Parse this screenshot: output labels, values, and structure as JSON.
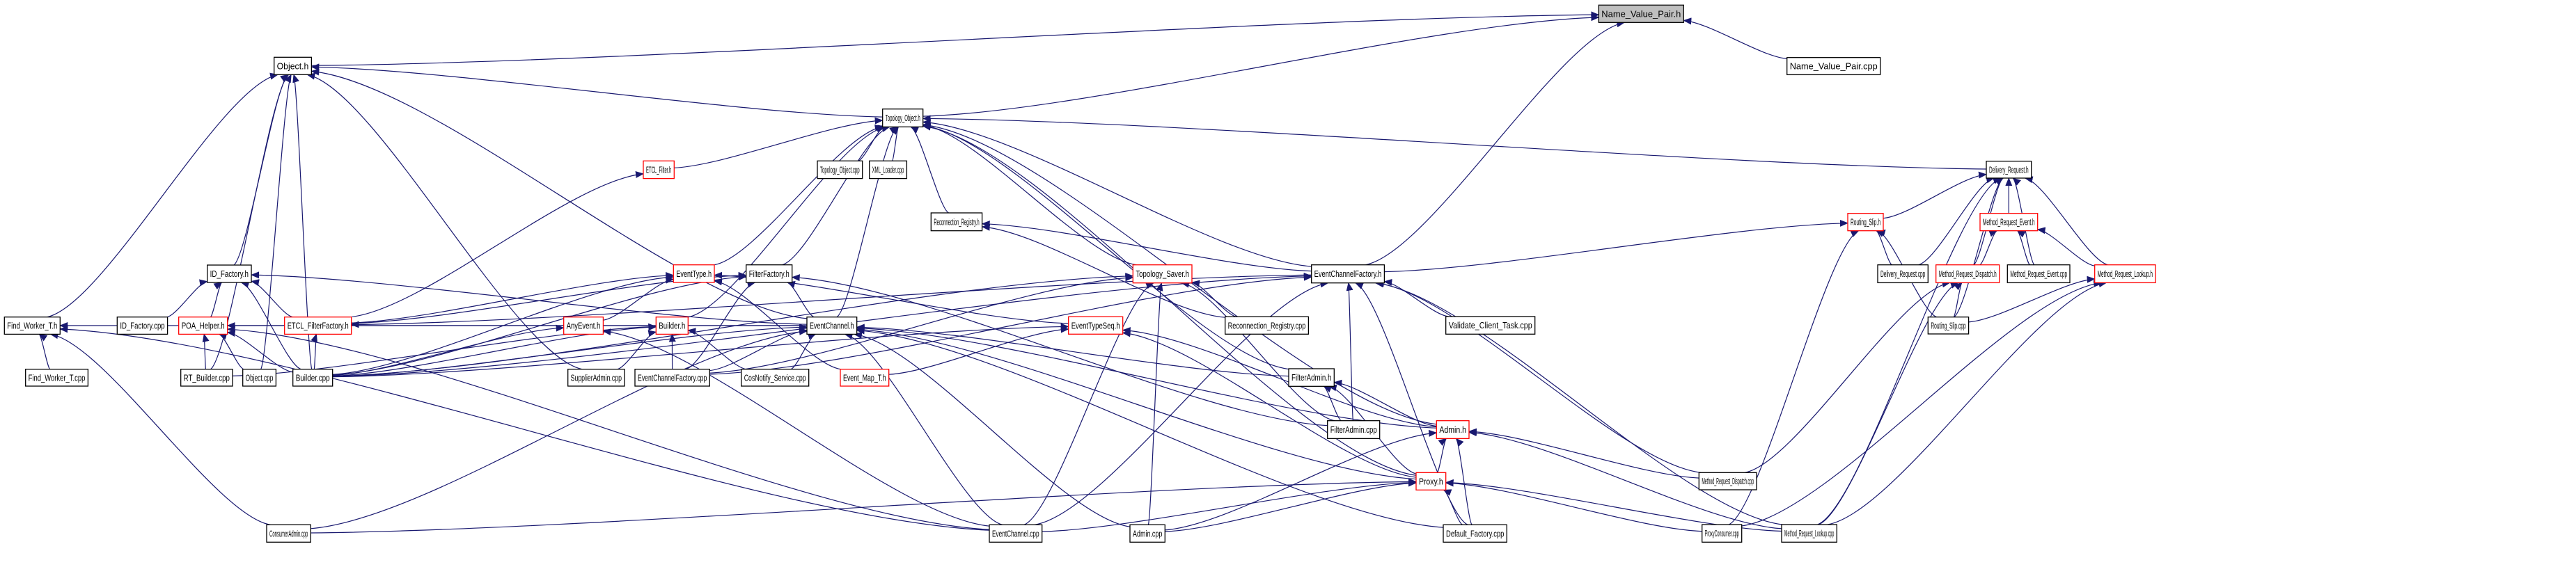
{
  "graph": {
    "title": "Name_Value_Pair.h include dependency graph",
    "colors": {
      "edge": "#191970",
      "root_fill": "#bfbfbf",
      "normal_border": "#000000",
      "truncated_border": "#ff0000",
      "node_fill": "#ffffff"
    },
    "nodes": [
      {
        "id": "nvp_h",
        "label": "Name_Value_Pair.h",
        "kind": "root"
      },
      {
        "id": "nvp_cpp",
        "label": "Name_Value_Pair.cpp",
        "kind": "normal"
      },
      {
        "id": "object_h",
        "label": "Object.h",
        "kind": "normal"
      },
      {
        "id": "topology_object_h",
        "label": "Topology_Object.h",
        "kind": "normal"
      },
      {
        "id": "etcl_filter_h",
        "label": "ETCL_Filter.h",
        "kind": "truncated"
      },
      {
        "id": "topology_object_cpp",
        "label": "Topology_Object.cpp",
        "kind": "normal"
      },
      {
        "id": "xml_loader_cpp",
        "label": "XML_Loader.cpp",
        "kind": "normal"
      },
      {
        "id": "reconnection_registry_h",
        "label": "Reconnection_Registry.h",
        "kind": "normal"
      },
      {
        "id": "delivery_request_h",
        "label": "Delivery_Request.h",
        "kind": "normal"
      },
      {
        "id": "routing_slip_h",
        "label": "Routing_Slip.h",
        "kind": "truncated"
      },
      {
        "id": "method_request_event_h",
        "label": "Method_Request_Event.h",
        "kind": "truncated"
      },
      {
        "id": "delivery_request_cpp",
        "label": "Delivery_Request.cpp",
        "kind": "normal"
      },
      {
        "id": "method_request_dispatch_h",
        "label": "Method_Request_Dispatch.h",
        "kind": "truncated"
      },
      {
        "id": "method_request_event_cpp",
        "label": "Method_Request_Event.cpp",
        "kind": "normal"
      },
      {
        "id": "method_request_lookup_h",
        "label": "Method_Request_Lookup.h",
        "kind": "truncated"
      },
      {
        "id": "routing_slip_cpp",
        "label": "Routing_Slip.cpp",
        "kind": "normal"
      },
      {
        "id": "id_factory_h",
        "label": "ID_Factory.h",
        "kind": "normal"
      },
      {
        "id": "eventtype_h",
        "label": "EventType.h",
        "kind": "truncated"
      },
      {
        "id": "filterfactory_h",
        "label": "FilterFactory.h",
        "kind": "normal"
      },
      {
        "id": "topology_saver_h",
        "label": "Topology_Saver.h",
        "kind": "truncated"
      },
      {
        "id": "eventchannelfactory_h",
        "label": "EventChannelFactory.h",
        "kind": "normal"
      },
      {
        "id": "find_worker_t_h",
        "label": "Find_Worker_T.h",
        "kind": "normal"
      },
      {
        "id": "id_factory_cpp",
        "label": "ID_Factory.cpp",
        "kind": "normal"
      },
      {
        "id": "poa_helper_h",
        "label": "POA_Helper.h",
        "kind": "truncated"
      },
      {
        "id": "etcl_filterfactory_h",
        "label": "ETCL_FilterFactory.h",
        "kind": "truncated"
      },
      {
        "id": "anyevent_h",
        "label": "AnyEvent.h",
        "kind": "truncated"
      },
      {
        "id": "builder_h",
        "label": "Builder.h",
        "kind": "truncated"
      },
      {
        "id": "eventchannel_h",
        "label": "EventChannel.h",
        "kind": "normal"
      },
      {
        "id": "eventtypeseq_h",
        "label": "EventTypeSeq.h",
        "kind": "truncated"
      },
      {
        "id": "reconnection_registry_cpp",
        "label": "Reconnection_Registry.cpp",
        "kind": "normal"
      },
      {
        "id": "validate_client_task_cpp",
        "label": "Validate_Client_Task.cpp",
        "kind": "normal"
      },
      {
        "id": "find_worker_t_cpp",
        "label": "Find_Worker_T.cpp",
        "kind": "normal"
      },
      {
        "id": "rt_builder_cpp",
        "label": "RT_Builder.cpp",
        "kind": "normal"
      },
      {
        "id": "object_cpp",
        "label": "Object.cpp",
        "kind": "normal"
      },
      {
        "id": "builder_cpp",
        "label": "Builder.cpp",
        "kind": "normal"
      },
      {
        "id": "supplieradmin_cpp",
        "label": "SupplierAdmin.cpp",
        "kind": "normal"
      },
      {
        "id": "eventchannelfactory_cpp",
        "label": "EventChannelFactory.cpp",
        "kind": "normal"
      },
      {
        "id": "cosnotify_service_cpp",
        "label": "CosNotify_Service.cpp",
        "kind": "normal"
      },
      {
        "id": "event_map_t_h",
        "label": "Event_Map_T.h",
        "kind": "truncated"
      },
      {
        "id": "filteradmin_h",
        "label": "FilterAdmin.h",
        "kind": "normal"
      },
      {
        "id": "filteradmin_cpp",
        "label": "FilterAdmin.cpp",
        "kind": "normal"
      },
      {
        "id": "admin_h",
        "label": "Admin.h",
        "kind": "truncated"
      },
      {
        "id": "method_request_dispatch_cpp",
        "label": "Method_Request_Dispatch.cpp",
        "kind": "normal"
      },
      {
        "id": "proxy_h",
        "label": "Proxy.h",
        "kind": "truncated"
      },
      {
        "id": "consumeradmin_cpp",
        "label": "ConsumerAdmin.cpp",
        "kind": "normal"
      },
      {
        "id": "eventchannel_cpp",
        "label": "EventChannel.cpp",
        "kind": "normal"
      },
      {
        "id": "admin_cpp",
        "label": "Admin.cpp",
        "kind": "normal"
      },
      {
        "id": "default_factory_cpp",
        "label": "Default_Factory.cpp",
        "kind": "normal"
      },
      {
        "id": "proxyconsumer_cpp",
        "label": "ProxyConsumer.cpp",
        "kind": "normal"
      },
      {
        "id": "method_request_lookup_cpp",
        "label": "Method_Request_Lookup.cpp",
        "kind": "normal"
      }
    ],
    "edges": [
      [
        "nvp_cpp",
        "nvp_h"
      ],
      [
        "object_h",
        "nvp_h"
      ],
      [
        "topology_object_h",
        "nvp_h"
      ],
      [
        "eventchannelfactory_h",
        "nvp_h"
      ],
      [
        "topology_object_h",
        "object_h"
      ],
      [
        "id_factory_h",
        "object_h"
      ],
      [
        "find_worker_t_h",
        "object_h"
      ],
      [
        "rt_builder_cpp",
        "object_h"
      ],
      [
        "object_cpp",
        "object_h"
      ],
      [
        "builder_cpp",
        "object_h"
      ],
      [
        "eventchannel_h",
        "object_h"
      ],
      [
        "supplieradmin_cpp",
        "object_h"
      ],
      [
        "etcl_filter_h",
        "topology_object_h"
      ],
      [
        "topology_object_cpp",
        "topology_object_h"
      ],
      [
        "xml_loader_cpp",
        "topology_object_h"
      ],
      [
        "reconnection_registry_h",
        "topology_object_h"
      ],
      [
        "delivery_request_h",
        "topology_object_h"
      ],
      [
        "eventtype_h",
        "topology_object_h"
      ],
      [
        "filterfactory_h",
        "topology_object_h"
      ],
      [
        "topology_saver_h",
        "topology_object_h"
      ],
      [
        "eventchannelfactory_h",
        "topology_object_h"
      ],
      [
        "eventchannel_h",
        "topology_object_h"
      ],
      [
        "admin_h",
        "topology_object_h"
      ],
      [
        "proxy_h",
        "topology_object_h"
      ],
      [
        "filteradmin_h",
        "topology_object_h"
      ],
      [
        "builder_h",
        "topology_object_h"
      ],
      [
        "routing_slip_h",
        "delivery_request_h"
      ],
      [
        "method_request_event_h",
        "delivery_request_h"
      ],
      [
        "delivery_request_cpp",
        "delivery_request_h"
      ],
      [
        "method_request_dispatch_h",
        "delivery_request_h"
      ],
      [
        "method_request_event_cpp",
        "delivery_request_h"
      ],
      [
        "method_request_lookup_h",
        "delivery_request_h"
      ],
      [
        "routing_slip_cpp",
        "delivery_request_h"
      ],
      [
        "method_request_lookup_cpp",
        "delivery_request_h"
      ],
      [
        "method_request_dispatch_h",
        "method_request_event_h"
      ],
      [
        "method_request_event_cpp",
        "method_request_event_h"
      ],
      [
        "method_request_lookup_h",
        "method_request_event_h"
      ],
      [
        "delivery_request_cpp",
        "routing_slip_h"
      ],
      [
        "routing_slip_cpp",
        "routing_slip_h"
      ],
      [
        "eventchannelfactory_h",
        "routing_slip_h"
      ],
      [
        "proxyconsumer_cpp",
        "routing_slip_h"
      ],
      [
        "routing_slip_cpp",
        "method_request_dispatch_h"
      ],
      [
        "method_request_dispatch_cpp",
        "method_request_dispatch_h"
      ],
      [
        "method_request_lookup_cpp",
        "method_request_dispatch_h"
      ],
      [
        "routing_slip_cpp",
        "method_request_lookup_h"
      ],
      [
        "proxyconsumer_cpp",
        "method_request_lookup_h"
      ],
      [
        "method_request_lookup_cpp",
        "method_request_lookup_h"
      ],
      [
        "etcl_filterfactory_h",
        "etcl_filter_h"
      ],
      [
        "reconnection_registry_cpp",
        "reconnection_registry_h"
      ],
      [
        "eventchannelfactory_h",
        "reconnection_registry_h"
      ],
      [
        "id_factory_cpp",
        "id_factory_h"
      ],
      [
        "poa_helper_h",
        "id_factory_h"
      ],
      [
        "etcl_filterfactory_h",
        "id_factory_h"
      ],
      [
        "builder_cpp",
        "id_factory_h"
      ],
      [
        "eventchannel_h",
        "id_factory_h"
      ],
      [
        "find_worker_t_cpp",
        "find_worker_t_h"
      ],
      [
        "eventchannel_cpp",
        "find_worker_t_h"
      ],
      [
        "consumeradmin_cpp",
        "find_worker_t_h"
      ],
      [
        "eventchannel_h",
        "find_worker_t_h"
      ],
      [
        "rt_builder_cpp",
        "poa_helper_h"
      ],
      [
        "object_cpp",
        "poa_helper_h"
      ],
      [
        "builder_cpp",
        "poa_helper_h"
      ],
      [
        "eventchannel_h",
        "poa_helper_h"
      ],
      [
        "eventchannel_cpp",
        "poa_helper_h"
      ],
      [
        "builder_cpp",
        "etcl_filterfactory_h"
      ],
      [
        "eventchannelfactory_h",
        "etcl_filterfactory_h"
      ],
      [
        "builder_cpp",
        "anyevent_h"
      ],
      [
        "eventchannel_cpp",
        "anyevent_h"
      ],
      [
        "rt_builder_cpp",
        "builder_h"
      ],
      [
        "builder_cpp",
        "builder_h"
      ],
      [
        "supplieradmin_cpp",
        "builder_h"
      ],
      [
        "eventchannelfactory_cpp",
        "builder_h"
      ],
      [
        "cosnotify_service_cpp",
        "builder_h"
      ],
      [
        "builder_cpp",
        "eventtype_h"
      ],
      [
        "anyevent_h",
        "eventtype_h"
      ],
      [
        "etcl_filterfactory_h",
        "eventtype_h"
      ],
      [
        "event_map_t_h",
        "eventtype_h"
      ],
      [
        "eventtypeseq_h",
        "eventtype_h"
      ],
      [
        "builder_cpp",
        "filterfactory_h"
      ],
      [
        "eventchannel_h",
        "filterfactory_h"
      ],
      [
        "eventchannelfactory_cpp",
        "filterfactory_h"
      ],
      [
        "etcl_filterfactory_h",
        "filterfactory_h"
      ],
      [
        "filteradmin_cpp",
        "filterfactory_h"
      ],
      [
        "builder_cpp",
        "eventchannel_h"
      ],
      [
        "eventchannelfactory_cpp",
        "eventchannel_h"
      ],
      [
        "cosnotify_service_cpp",
        "eventchannel_h"
      ],
      [
        "consumeradmin_cpp",
        "eventchannel_h"
      ],
      [
        "eventchannel_cpp",
        "eventchannel_h"
      ],
      [
        "admin_cpp",
        "eventchannel_h"
      ],
      [
        "default_factory_cpp",
        "eventchannel_h"
      ],
      [
        "proxy_h",
        "eventchannel_h"
      ],
      [
        "admin_h",
        "eventchannel_h"
      ],
      [
        "filteradmin_h",
        "eventchannel_h"
      ],
      [
        "event_map_t_h",
        "eventtypeseq_h"
      ],
      [
        "proxy_h",
        "eventtypeseq_h"
      ],
      [
        "admin_h",
        "eventtypeseq_h"
      ],
      [
        "builder_cpp",
        "eventtypeseq_h"
      ],
      [
        "builder_cpp",
        "topology_saver_h"
      ],
      [
        "eventchannel_cpp",
        "topology_saver_h"
      ],
      [
        "reconnection_registry_cpp",
        "topology_saver_h"
      ],
      [
        "filteradmin_cpp",
        "topology_saver_h"
      ],
      [
        "admin_cpp",
        "topology_saver_h"
      ],
      [
        "eventchannelfactory_cpp",
        "topology_saver_h"
      ],
      [
        "builder_cpp",
        "eventchannelfactory_h"
      ],
      [
        "validate_client_task_cpp",
        "eventchannelfactory_h"
      ],
      [
        "filteradmin_cpp",
        "eventchannelfactory_h"
      ],
      [
        "eventchannel_cpp",
        "eventchannelfactory_h"
      ],
      [
        "default_factory_cpp",
        "eventchannelfactory_h"
      ],
      [
        "method_request_lookup_cpp",
        "eventchannelfactory_h"
      ],
      [
        "method_request_dispatch_cpp",
        "eventchannelfactory_h"
      ],
      [
        "eventchannelfactory_cpp",
        "eventchannelfactory_h"
      ],
      [
        "filteradmin_cpp",
        "filteradmin_h"
      ],
      [
        "admin_h",
        "filteradmin_h"
      ],
      [
        "proxy_h",
        "filteradmin_h"
      ],
      [
        "proxy_h",
        "admin_h"
      ],
      [
        "admin_cpp",
        "admin_h"
      ],
      [
        "default_factory_cpp",
        "admin_h"
      ],
      [
        "method_request_dispatch_cpp",
        "admin_h"
      ],
      [
        "method_request_lookup_cpp",
        "admin_h"
      ],
      [
        "admin_cpp",
        "proxy_h"
      ],
      [
        "default_factory_cpp",
        "proxy_h"
      ],
      [
        "proxyconsumer_cpp",
        "proxy_h"
      ],
      [
        "method_request_lookup_cpp",
        "proxy_h"
      ],
      [
        "consumeradmin_cpp",
        "proxy_h"
      ],
      [
        "eventchannel_cpp",
        "proxy_h"
      ]
    ]
  }
}
